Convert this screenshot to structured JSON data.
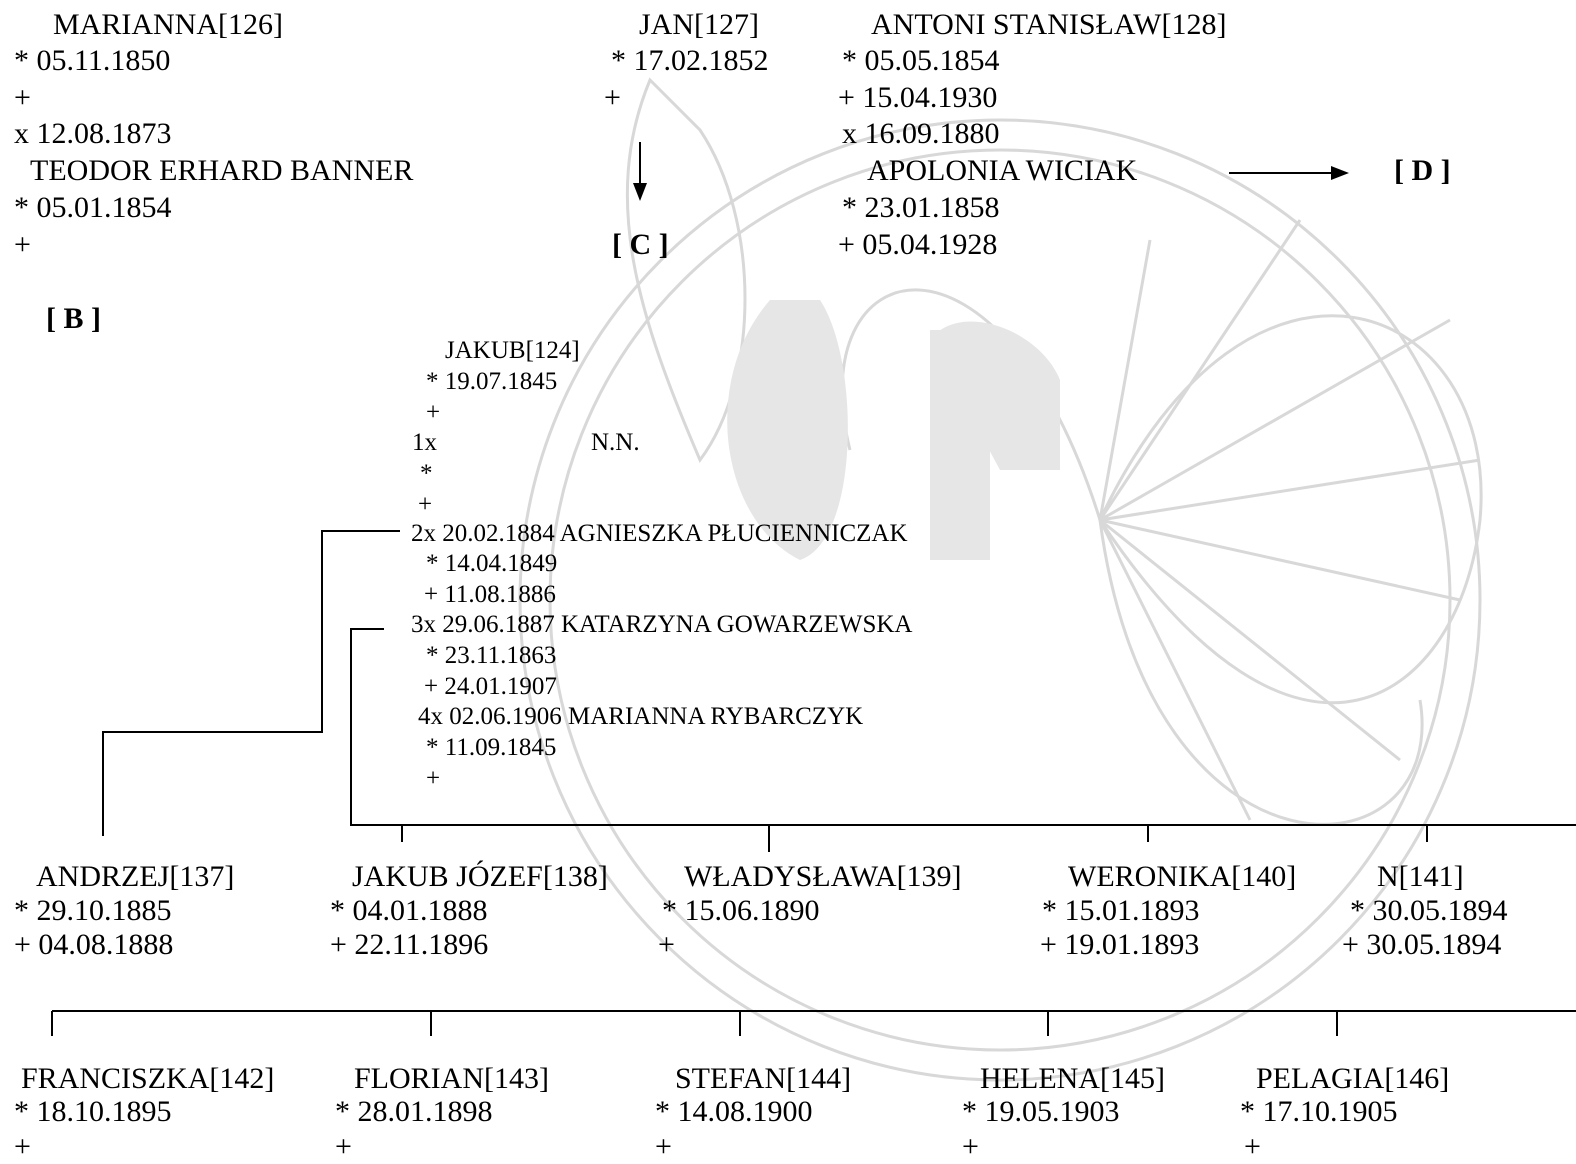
{
  "colors": {
    "text": "#000000",
    "line": "#000000",
    "watermark": "#d8d8d8"
  },
  "top": {
    "marianna": {
      "name": "MARIANNA[126]",
      "born": "* 05.11.1850",
      "died": "+",
      "married": "x 12.08.1873"
    },
    "teodor": {
      "name": "TEODOR ERHARD BANNER",
      "born": "* 05.01.1854",
      "died": "+"
    },
    "jan": {
      "name": "JAN[127]",
      "born": "* 17.02.1852",
      "died": "+"
    },
    "antoni": {
      "name": "ANTONI STANISŁAW[128]",
      "born": "*  05.05.1854",
      "died": "+ 15.04.1930",
      "married": "x 16.09.1880"
    },
    "apolonia": {
      "name": "APOLONIA  WICIAK",
      "born": "* 23.01.1858",
      "died": "+ 05.04.1928"
    },
    "refs": {
      "b": "[  B  ]",
      "c": "[ C ]",
      "d": "[ D ]"
    }
  },
  "jakub": {
    "name": "JAKUB[124]",
    "born": "* 19.07.1845",
    "died": "+",
    "m1": {
      "label": "1x",
      "spouse": "N.N.",
      "born": "*",
      "died": "+"
    },
    "m2": {
      "line": "2x 20.02.1884  AGNIESZKA  PŁUCIENNICZAK",
      "born": "* 14.04.1849",
      "died": "+ 11.08.1886"
    },
    "m3": {
      "line": "3x 29.06.1887  KATARZYNA GOWARZEWSKA",
      "born": "* 23.11.1863",
      "died": "+ 24.01.1907"
    },
    "m4": {
      "line": "4x 02.06.1906  MARIANNA RYBARCZYK",
      "born": "* 11.09.1845",
      "died": "+"
    }
  },
  "children_row1": [
    {
      "name": "ANDRZEJ[137]",
      "born": "* 29.10.1885",
      "died": "+ 04.08.1888"
    },
    {
      "name": "JAKUB JÓZEF[138]",
      "born": "* 04.01.1888",
      "died": "+ 22.11.1896"
    },
    {
      "name": "WŁADYSŁAWA[139]",
      "born": "* 15.06.1890",
      "died": "+"
    },
    {
      "name": "WERONIKA[140]",
      "born": "* 15.01.1893",
      "died": "+ 19.01.1893"
    },
    {
      "name": "N[141]",
      "born": "* 30.05.1894",
      "died": "+ 30.05.1894"
    }
  ],
  "children_row2": [
    {
      "name": "FRANCISZKA[142]",
      "born": "* 18.10.1895",
      "died": "+"
    },
    {
      "name": "FLORIAN[143]",
      "born": "* 28.01.1898",
      "died": "+"
    },
    {
      "name": "STEFAN[144]",
      "born": "* 14.08.1900",
      "died": "+"
    },
    {
      "name": "HELENA[145]",
      "born": "* 19.05.1903",
      "died": "+"
    },
    {
      "name": "PELAGIA[146]",
      "born": "* 17.10.1905",
      "died": "+"
    }
  ]
}
